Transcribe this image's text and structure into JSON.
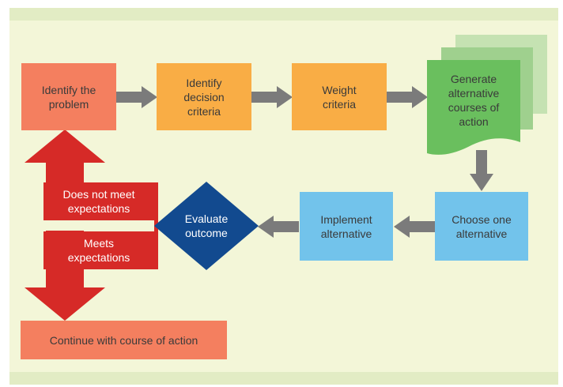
{
  "colors": {
    "panel_bg": "#f3f6d8",
    "band_bg": "#e2ecc4",
    "salmon": "#f47f5f",
    "orange": "#f9ad45",
    "green": "#6abf5e",
    "green_mid": "#9fd08e",
    "green_light": "#c5e2b2",
    "blue": "#72c3eb",
    "navy": "#124a8f",
    "red": "#d62a27",
    "gray_arrow": "#7b7b7b",
    "text_dark": "#3a3a3a",
    "text_light": "#ffffff"
  },
  "steps": {
    "identify_problem": "Identify the\nproblem",
    "identify_criteria": "Identify\ndecision\ncriteria",
    "weight_criteria": "Weight\ncriteria",
    "generate_alternatives": "Generate\nalternative\ncourses of\naction",
    "choose_alternative": "Choose one\nalternative",
    "implement_alternative": "Implement\nalternative",
    "evaluate_outcome": "Evaluate\noutcome",
    "continue_action": "Continue with course of action"
  },
  "feedback": {
    "not_meet": "Does not meet\nexpectations",
    "meets": "Meets\nexpectations"
  }
}
